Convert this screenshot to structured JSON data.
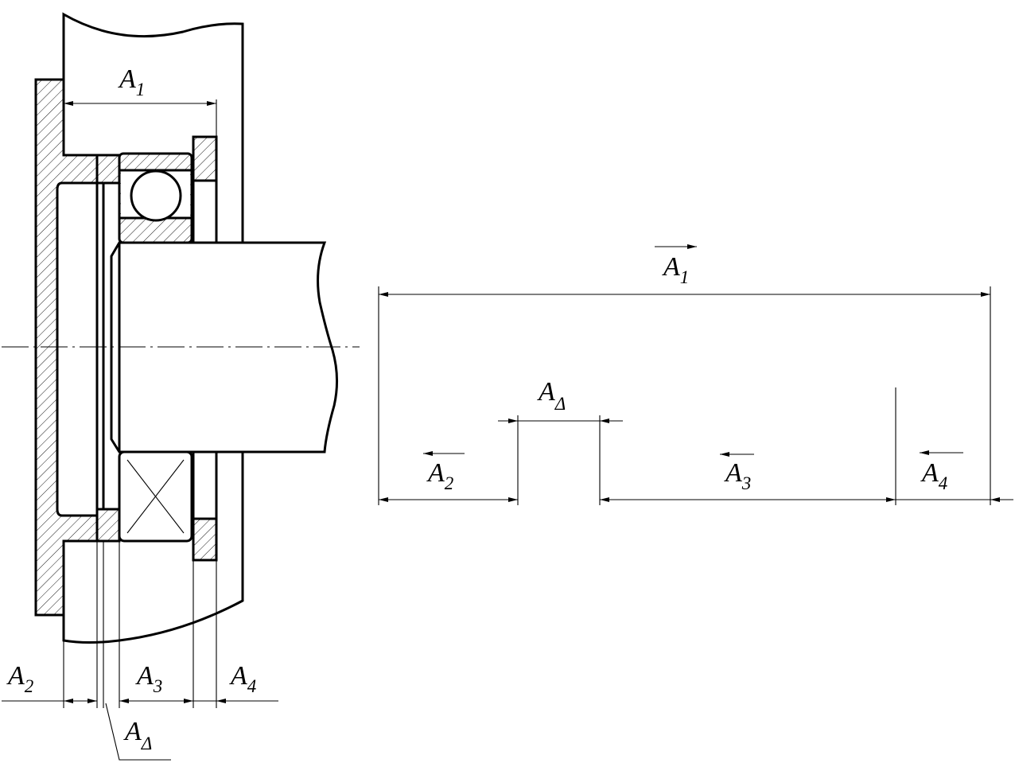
{
  "labels": {
    "assembly": {
      "a1": {
        "letter": "A",
        "sub": "1"
      },
      "a2": {
        "letter": "A",
        "sub": "2"
      },
      "a3": {
        "letter": "A",
        "sub": "3"
      },
      "a4": {
        "letter": "A",
        "sub": "4"
      },
      "a_delta": {
        "letter": "A",
        "sub": "Δ"
      }
    },
    "chain": {
      "a1": {
        "letter": "A",
        "sub": "1"
      },
      "a2": {
        "letter": "A",
        "sub": "2"
      },
      "a3": {
        "letter": "A",
        "sub": "3"
      },
      "a4": {
        "letter": "A",
        "sub": "4"
      },
      "a_delta": {
        "letter": "A",
        "sub": "Δ"
      }
    }
  },
  "vector_directions": {
    "a1": "right",
    "a2": "left",
    "a3": "left",
    "a4": "left"
  },
  "colors": {
    "line": "#000000",
    "background": "#ffffff"
  }
}
